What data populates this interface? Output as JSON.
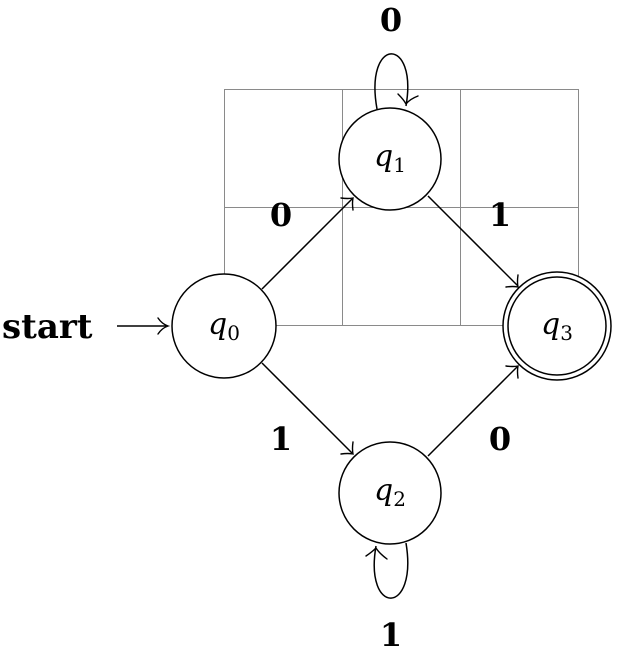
{
  "diagram": {
    "start_label": "start",
    "states": [
      {
        "id": "q0",
        "letter": "q",
        "index": "0",
        "accepting": false,
        "initial": true
      },
      {
        "id": "q1",
        "letter": "q",
        "index": "1",
        "accepting": false,
        "initial": false
      },
      {
        "id": "q2",
        "letter": "q",
        "index": "2",
        "accepting": false,
        "initial": false
      },
      {
        "id": "q3",
        "letter": "q",
        "index": "3",
        "accepting": true,
        "initial": false
      }
    ],
    "transitions": [
      {
        "from": "q0",
        "to": "q1",
        "symbol": "0"
      },
      {
        "from": "q0",
        "to": "q2",
        "symbol": "1"
      },
      {
        "from": "q1",
        "to": "q1",
        "symbol": "0"
      },
      {
        "from": "q1",
        "to": "q3",
        "symbol": "1"
      },
      {
        "from": "q2",
        "to": "q2",
        "symbol": "1"
      },
      {
        "from": "q2",
        "to": "q3",
        "symbol": "0"
      }
    ]
  }
}
